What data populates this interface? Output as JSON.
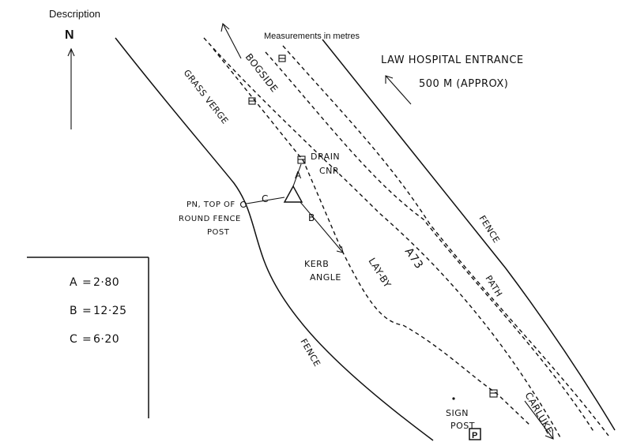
{
  "header": {
    "description_label": "Description",
    "north_label": "N",
    "measurements_note": "Measurements in metres"
  },
  "destination": {
    "line1": "LAW HOSPITAL ENTRANCE",
    "line2": "500 M (APPROX)"
  },
  "road_labels": {
    "bogside": "BOGSIDE",
    "grass_verge": "GRASS VERGE",
    "fence_east": "FENCE",
    "fence_west": "FENCE",
    "road_number": "A73",
    "path": "PATH",
    "lay_by": "LAY-BY",
    "carluke": "CARLUKE"
  },
  "points": {
    "drain_line1": "DRAIN",
    "drain_line2": "CNR",
    "pn_line1": "PN, TOP OF",
    "pn_line2": "ROUND FENCE",
    "pn_line3": "POST",
    "kerb_line1": "KERB",
    "kerb_line2": "ANGLE",
    "sign_line1": "SIGN",
    "sign_line2": "POST",
    "sign_symbol": "P"
  },
  "ties": {
    "a_label": "A",
    "b_label": "B",
    "c_label": "C"
  },
  "legend": {
    "rows": [
      {
        "key": "A",
        "eq": "=",
        "value": "2·80"
      },
      {
        "key": "B",
        "eq": "=",
        "value": "12·25"
      },
      {
        "key": "C",
        "eq": "=",
        "value": "6·20"
      }
    ]
  }
}
